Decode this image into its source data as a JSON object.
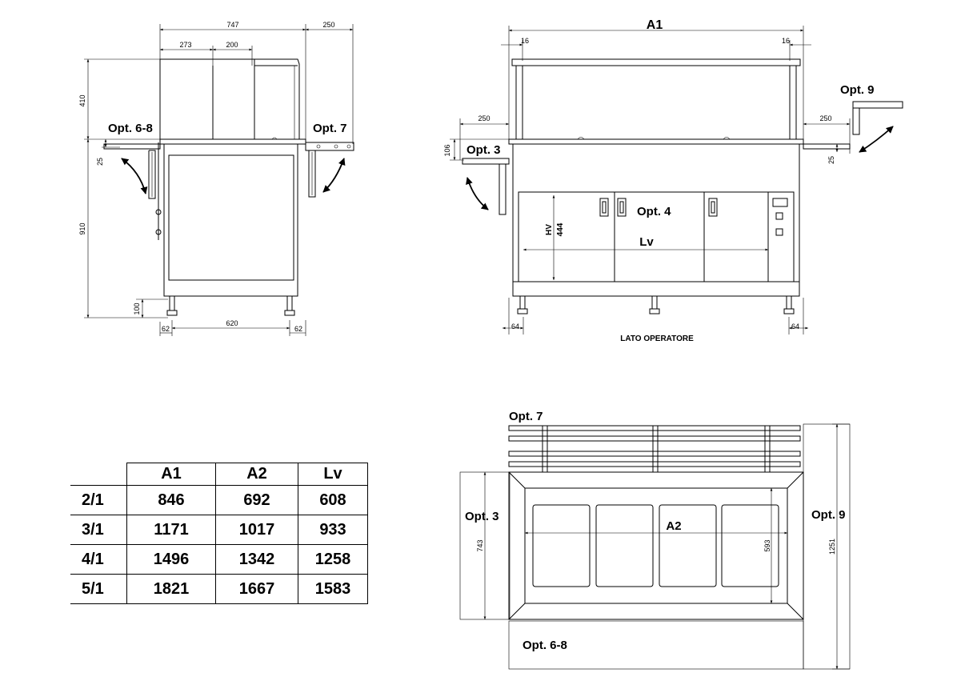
{
  "side_view": {
    "dims": {
      "d747": "747",
      "d250": "250",
      "d273": "273",
      "d200": "200",
      "d410": "410",
      "d25": "25",
      "d910": "910",
      "d100": "100",
      "d620": "620",
      "d62a": "62",
      "d62b": "62"
    },
    "labels": {
      "opt68": "Opt. 6-8",
      "opt7": "Opt. 7"
    }
  },
  "front_view": {
    "dims": {
      "a1": "A1",
      "d16a": "16",
      "d16b": "16",
      "d250a": "250",
      "d250b": "250",
      "d106": "106",
      "d25": "25",
      "hv": "HV",
      "d444": "444",
      "lv": "Lv",
      "d64a": "64",
      "d64b": "64"
    },
    "labels": {
      "opt9": "Opt. 9",
      "opt3": "Opt. 3",
      "opt4": "Opt. 4",
      "operator_side": "LATO OPERATORE"
    }
  },
  "top_view": {
    "dims": {
      "a2": "A2",
      "d593": "593",
      "d743": "743",
      "d1251": "1251"
    },
    "labels": {
      "opt7": "Opt. 7",
      "opt3": "Opt. 3",
      "opt9": "Opt. 9",
      "opt68": "Opt. 6-8"
    }
  },
  "table": {
    "headers": [
      "A1",
      "A2",
      "Lv"
    ],
    "rows": [
      {
        "label": "2/1",
        "values": [
          "846",
          "692",
          "608"
        ]
      },
      {
        "label": "3/1",
        "values": [
          "1171",
          "1017",
          "933"
        ]
      },
      {
        "label": "4/1",
        "values": [
          "1496",
          "1342",
          "1258"
        ]
      },
      {
        "label": "5/1",
        "values": [
          "1821",
          "1667",
          "1583"
        ]
      }
    ]
  }
}
